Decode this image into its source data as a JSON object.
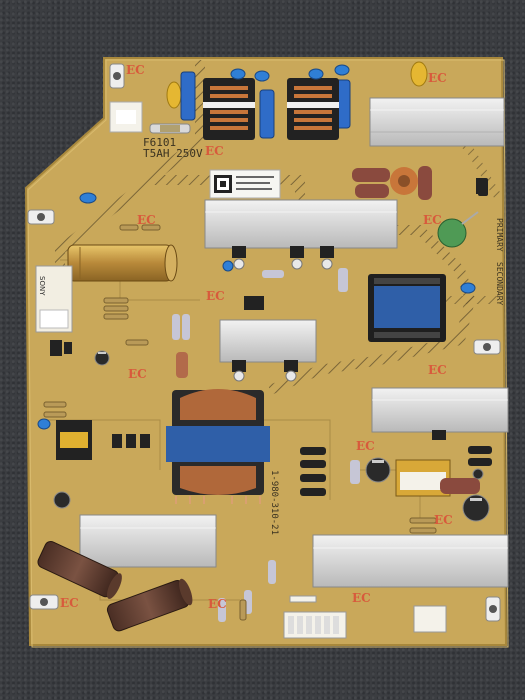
{
  "board": {
    "fuse_label": "F6101",
    "fuse_rating": "T5AH 250V",
    "primary_label": "PRIMARY",
    "secondary_label": "SECONDARY",
    "part_number": "1-980-310-21",
    "brand_sticker": "SONY",
    "ec_mark": "EC"
  },
  "colors": {
    "pcb": "#c9a85a",
    "heatsink": "#d8d8d8",
    "transformer_tape": "#2f5fa8",
    "cap_gold": "#c9a34a",
    "cap_brown": "#6b4636",
    "background": "#3b3d41"
  }
}
